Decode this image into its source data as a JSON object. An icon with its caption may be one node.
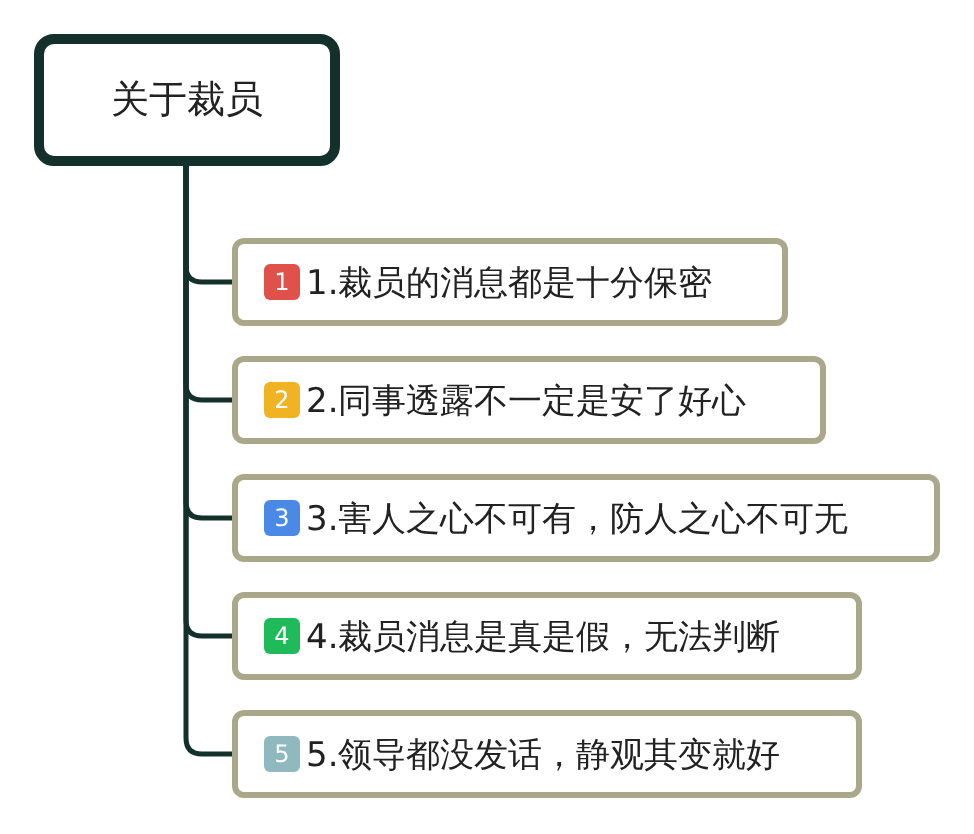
{
  "diagram": {
    "nodes": [
      {
        "text": [
          "关于裁员"
        ]
      },
      {
        "text": [
          "1",
          "1.裁员的消息都是十分保密"
        ]
      },
      {
        "text": [
          "2",
          "2.同事透露不一定是安了好心"
        ]
      },
      {
        "text": [
          "3",
          "3.害人之心不可有，防人之心不可无"
        ]
      },
      {
        "text": [
          "4",
          "4.裁员消息是真是假，无法判断"
        ]
      },
      {
        "text": [
          "5",
          "5.领导都没发话，静观其变就好"
        ]
      }
    ],
    "edges": [
      {
        "from": 0,
        "to": 1,
        "arrow": "none"
      },
      {
        "from": 0,
        "to": 2,
        "arrow": "none"
      },
      {
        "from": 0,
        "to": 3,
        "arrow": "none"
      },
      {
        "from": 0,
        "to": 4,
        "arrow": "none"
      },
      {
        "from": 0,
        "to": 5,
        "arrow": "none"
      }
    ]
  }
}
